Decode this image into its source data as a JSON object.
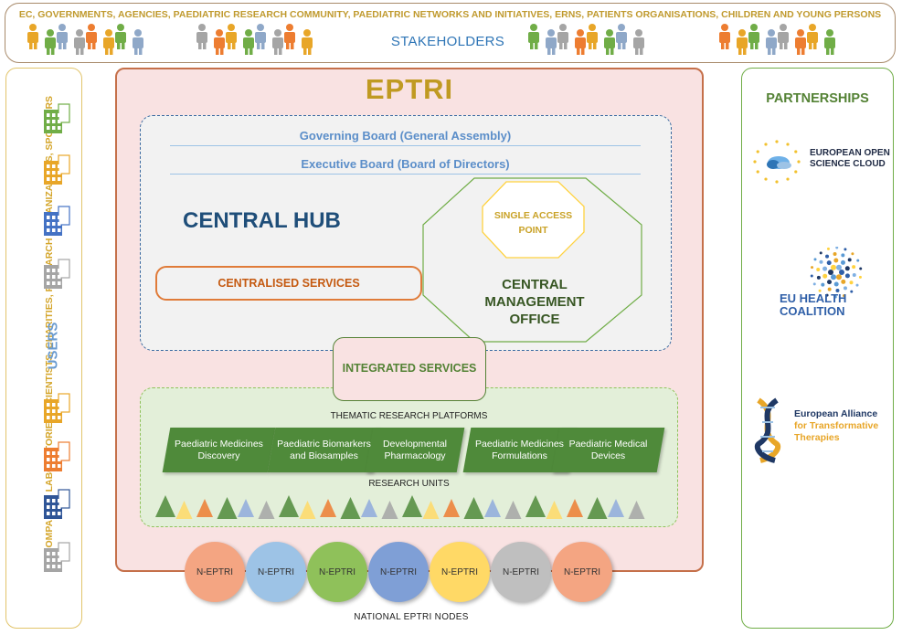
{
  "stakeholders": {
    "description": "EC, GOVERNMENTS, AGENCIES, PAEDIATRIC RESEARCH COMMUNITY, PAEDIATRIC NETWORKS AND INITIATIVES, ERNS, PATIENTS ORGANISATIONS, CHILDREN AND YOUNG PERSONS",
    "label": "STAKEHOLDERS",
    "people_colors": [
      "#e8a628",
      "#70ad47",
      "#8fa8c8",
      "#a5a5a5",
      "#ed7d31"
    ]
  },
  "users": {
    "description": "COMPANIES, LABORATORIES, SCIENTISTS, CHARITIES, RESEARCH ORGANIZATIONS, SPONSORS",
    "label": "USERS",
    "icon_colors": [
      "#70ad47",
      "#e8a628",
      "#4472c4",
      "#a5a5a5",
      "#e8a628",
      "#ed7d31",
      "#2f5597",
      "#a5a5a5"
    ]
  },
  "eptri": {
    "title": "EPTRI",
    "governing_board": "Governing Board (General Assembly)",
    "executive_board": "Executive Board (Board of Directors)",
    "central_hub": "CENTRAL HUB",
    "centralised_services": "CENTRALISED SERVICES",
    "single_access_point": [
      "SINGLE ACCESS",
      "POINT"
    ],
    "central_management_office": [
      "CENTRAL",
      "MANAGEMENT",
      "OFFICE"
    ],
    "integrated_services": "INTEGRATED SERVICES",
    "thematic_platforms_label": "THEMATIC RESEARCH PLATFORMS",
    "platforms": [
      "Paediatric Medicines Discovery",
      "Paediatric Biomarkers and Biosamples",
      "Developmental Pharmacology",
      "Paediatric Medicines Formulations",
      "Paediatric Medical Devices"
    ],
    "research_units_label": "RESEARCH UNITS",
    "research_unit_colors": [
      "#4f8a3a",
      "#a5a5a5",
      "#8faadc",
      "#4f8a3a",
      "#ed7d31",
      "#ffd966"
    ]
  },
  "nodes": {
    "label": "NATIONAL EPTRI NODES",
    "items": [
      {
        "label": "N-EPTRI",
        "color": "#f4a582"
      },
      {
        "label": "N-EPTRI",
        "color": "#9dc3e6"
      },
      {
        "label": "N-EPTRI",
        "color": "#8fc15a"
      },
      {
        "label": "N-EPTRI",
        "color": "#7f9fd6"
      },
      {
        "label": "N-EPTRI",
        "color": "#ffd966"
      },
      {
        "label": "N-EPTRI",
        "color": "#bfbfbf"
      },
      {
        "label": "N-EPTRI",
        "color": "#f4a582"
      }
    ]
  },
  "partnerships": {
    "label": "PARTNERSHIPS",
    "partners": [
      {
        "name": [
          "EUROPEAN OPEN",
          "SCIENCE CLOUD"
        ],
        "color": "#1f2a44"
      },
      {
        "name": [
          "EU HEALTH",
          "COALITION"
        ],
        "color": "#2f5fa8"
      },
      {
        "name": [
          "European Alliance",
          "for Transformative",
          "Therapies"
        ],
        "color": "#1f3864",
        "accent": "#e8a628"
      }
    ]
  }
}
